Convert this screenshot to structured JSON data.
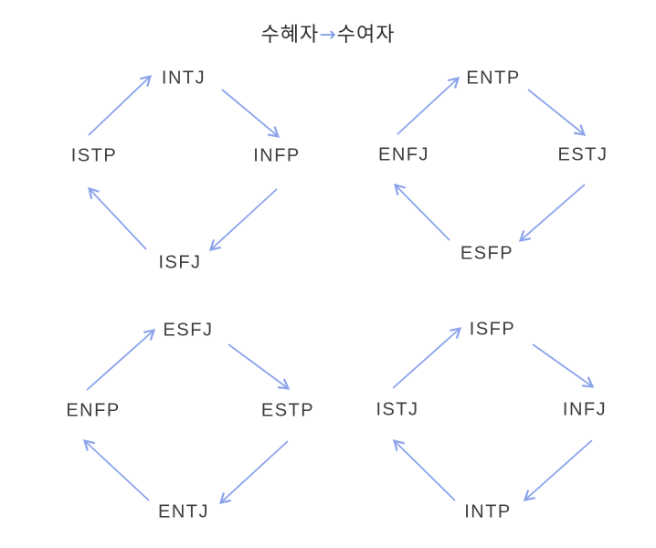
{
  "title": {
    "left": "수혜자",
    "arrow": "→",
    "right": "수여자"
  },
  "colors": {
    "arrow": "#8ba3ea",
    "title_arrow": "#7d9ce8",
    "text": "#3d3d3d"
  },
  "cycles": [
    {
      "name": "cycle-1",
      "nodes": {
        "top": "INTJ",
        "left": "ISTP",
        "right": "INFP",
        "bottom": "ISFJ"
      },
      "edges": [
        {
          "from": "ISTP",
          "to": "INTJ"
        },
        {
          "from": "INTJ",
          "to": "INFP"
        },
        {
          "from": "INFP",
          "to": "ISFJ"
        },
        {
          "from": "ISFJ",
          "to": "ISTP"
        }
      ]
    },
    {
      "name": "cycle-2",
      "nodes": {
        "top": "ENTP",
        "left": "ENFJ",
        "right": "ESTJ",
        "bottom": "ESFP"
      },
      "edges": [
        {
          "from": "ENFJ",
          "to": "ENTP"
        },
        {
          "from": "ENTP",
          "to": "ESTJ"
        },
        {
          "from": "ESTJ",
          "to": "ESFP"
        },
        {
          "from": "ESFP",
          "to": "ENFJ"
        }
      ]
    },
    {
      "name": "cycle-3",
      "nodes": {
        "top": "ESFJ",
        "left": "ENFP",
        "right": "ESTP",
        "bottom": "ENTJ"
      },
      "edges": [
        {
          "from": "ENFP",
          "to": "ESFJ"
        },
        {
          "from": "ESFJ",
          "to": "ESTP"
        },
        {
          "from": "ESTP",
          "to": "ENTJ"
        },
        {
          "from": "ENTJ",
          "to": "ENFP"
        }
      ]
    },
    {
      "name": "cycle-4",
      "nodes": {
        "top": "ISFP",
        "left": "ISTJ",
        "right": "INFJ",
        "bottom": "INTP"
      },
      "edges": [
        {
          "from": "ISTJ",
          "to": "ISFP"
        },
        {
          "from": "ISFP",
          "to": "INFJ"
        },
        {
          "from": "INFJ",
          "to": "INTP"
        },
        {
          "from": "INTP",
          "to": "ISTJ"
        }
      ]
    }
  ]
}
